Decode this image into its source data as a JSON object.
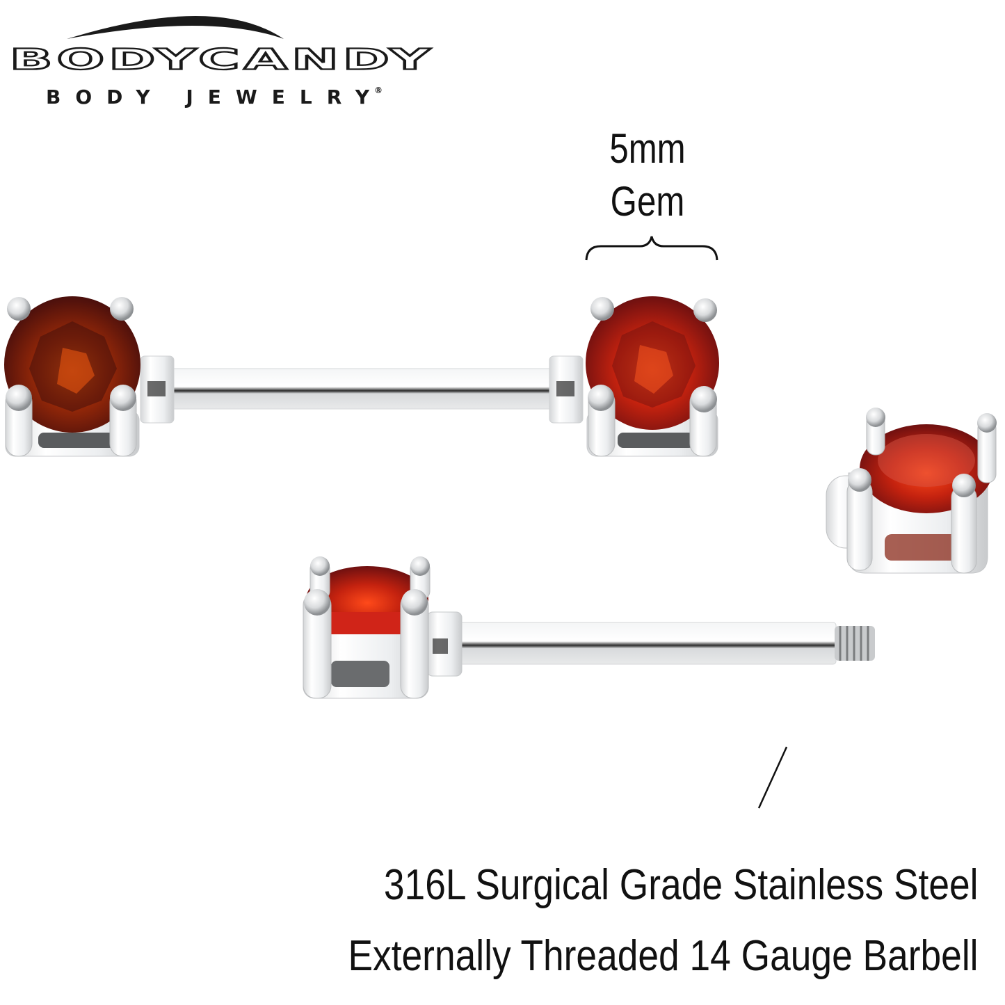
{
  "brand": {
    "name": "BODYCANDY",
    "tagline": "BODY JEWELRY",
    "registered_mark": "®"
  },
  "annotations": {
    "gem_size_value": "5mm",
    "gem_size_label": "Gem"
  },
  "specs": {
    "line1": "316L Surgical Grade Stainless Steel",
    "line2": "Externally Threaded 14 Gauge Barbell"
  },
  "product": {
    "items": [
      {
        "name": "assembled-barbell",
        "gem_color": "#8a1a0a",
        "gem_count": 2
      },
      {
        "name": "detached-gem-end",
        "gem_color": "#c42414"
      },
      {
        "name": "threaded-barbell-with-gem",
        "gem_color": "#c42414"
      }
    ],
    "metal_color": "#e4e6e8"
  }
}
